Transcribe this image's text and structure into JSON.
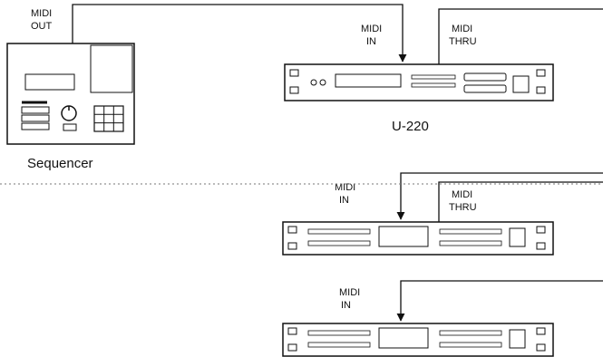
{
  "diagram": {
    "sequencer": {
      "label": "Sequencer",
      "port": [
        "MIDI",
        "OUT"
      ]
    },
    "module1": {
      "label": "U-220",
      "in_port": [
        "MIDI",
        "IN"
      ],
      "thru_port": [
        "MIDI",
        "THRU"
      ]
    },
    "module2": {
      "in_port": [
        "MIDI",
        "IN"
      ],
      "thru_port": [
        "MIDI",
        "THRU"
      ]
    },
    "module3": {
      "in_port": [
        "MIDI",
        "IN"
      ]
    }
  }
}
